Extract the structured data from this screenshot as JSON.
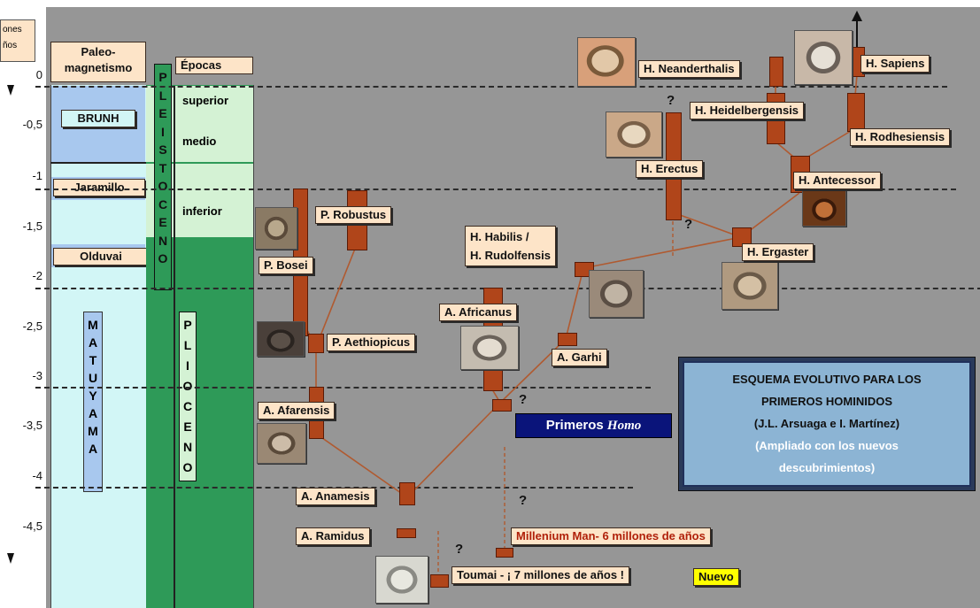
{
  "units": {
    "line1": "ones",
    "line2": "ños"
  },
  "columns": {
    "paleomagnetism": "Paleo-\nmagnetismo",
    "epochs": "Épocas",
    "pleistocene": "PLEISTOCENO",
    "pliocene": "PLIOCENO"
  },
  "ticks": [
    "0",
    "-0,5",
    "-1",
    "-1,5",
    "-2",
    "-2,5",
    "-3",
    "-3,5",
    "-4",
    "-4,5"
  ],
  "magnetic": {
    "brunh": "BRUNH",
    "jaramillo": "Jaramillo",
    "olduvai": "Olduvai",
    "matuyama": "MATUYAMA"
  },
  "epoch_labels": {
    "superior": "superior",
    "medio": "medio",
    "inferior": "inferior"
  },
  "species": {
    "neanderthalis": "H. Neanderthalis",
    "sapiens": "H. Sapiens",
    "heidelbergensis": "H. Heidelbergensis",
    "rodhesiensis": "H. Rodhesiensis",
    "erectus": "H. Erectus",
    "antecessor": "H. Antecessor",
    "ergaster": "H. Ergaster",
    "habilis": "H. Habilis /\nH. Rudolfensis",
    "robustus": "P. Robustus",
    "bosei": "P. Bosei",
    "aethiopicus": "P. Aethiopicus",
    "africanus": "A. Africanus",
    "garhi": "A. Garhi",
    "afarensis": "A. Afarensis",
    "anamesis": "A. Anamesis",
    "ramidus": "A. Ramidus",
    "millenium": "Millenium Man- 6 millones de años",
    "toumai": "Toumai - ¡ 7 millones de años !"
  },
  "primeros": {
    "prefix": "Primeros ",
    "italic": "Homo"
  },
  "nuevo": "Nuevo",
  "question": "?",
  "title_box": {
    "line1": "ESQUEMA EVOLUTIVO PARA LOS",
    "line2": "PRIMEROS HOMINIDOS",
    "line3": "(J.L. Arsuaga e I. Martínez)",
    "line4": "(Ampliado con los nuevos",
    "line5": "descubrimientos)"
  },
  "colors": {
    "background": "#969696",
    "bar": "#b0451a",
    "bar_border": "#5a1a05",
    "line": "#b05a30",
    "label_bg": "#fde4c8",
    "pleistocene_green": "#d4f2d4",
    "pliocene_green": "#2e9a58",
    "magnet_blue": "#a8c8ee",
    "magnet_cyan": "#d2f6f6",
    "title_box": "#8cb4d4",
    "title_border": "#20305a",
    "primeros_bg": "#0a147a",
    "millenium_red": "#b0200a",
    "nuevo_bg": "#ffff00"
  }
}
